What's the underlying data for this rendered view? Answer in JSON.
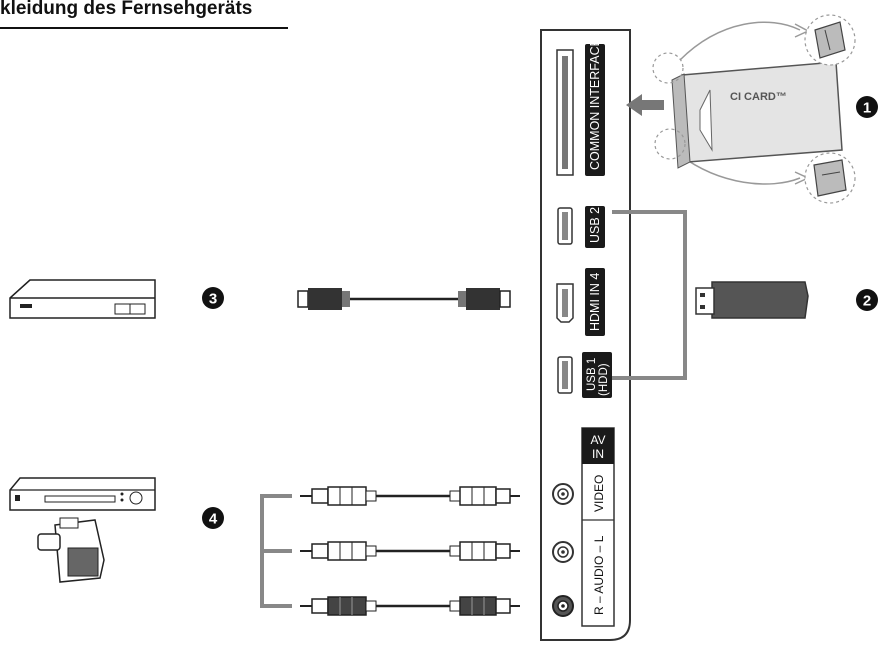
{
  "title": "kleidung des Fernsehgeräts",
  "panel": {
    "common_interface_label": "COMMON INTERFACE",
    "usb2_label": "USB 2",
    "hdmi_label": "HDMI IN 4",
    "usb1_label_line1": "USB 1",
    "usb1_label_line2": "(HDD)",
    "av_in_line1": "AV",
    "av_in_line2": "IN",
    "video_label": "VIDEO",
    "audio_label": "R – AUDIO – L"
  },
  "ci_card": {
    "label": "CI CARD™"
  },
  "callouts": [
    "1",
    "2",
    "3",
    "4"
  ]
}
